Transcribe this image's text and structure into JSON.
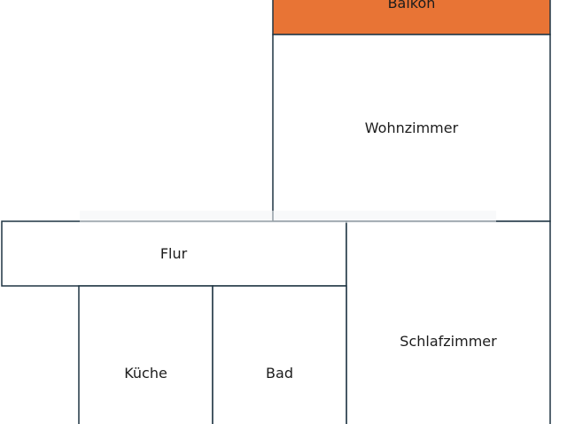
{
  "floorplan": {
    "colors": {
      "wall": "#1f3442",
      "balcony_fill": "#e87435",
      "room_fill": "#ffffff",
      "balcony_text": "#ffffff",
      "label_text": "#1c1c1c"
    },
    "rooms": {
      "balkon": "Balkon",
      "wohnzimmer": "Wohnzimmer",
      "flur": "Flur",
      "schlafzimmer": "Schlafzimmer",
      "kueche": "Küche",
      "bad": "Bad"
    }
  }
}
